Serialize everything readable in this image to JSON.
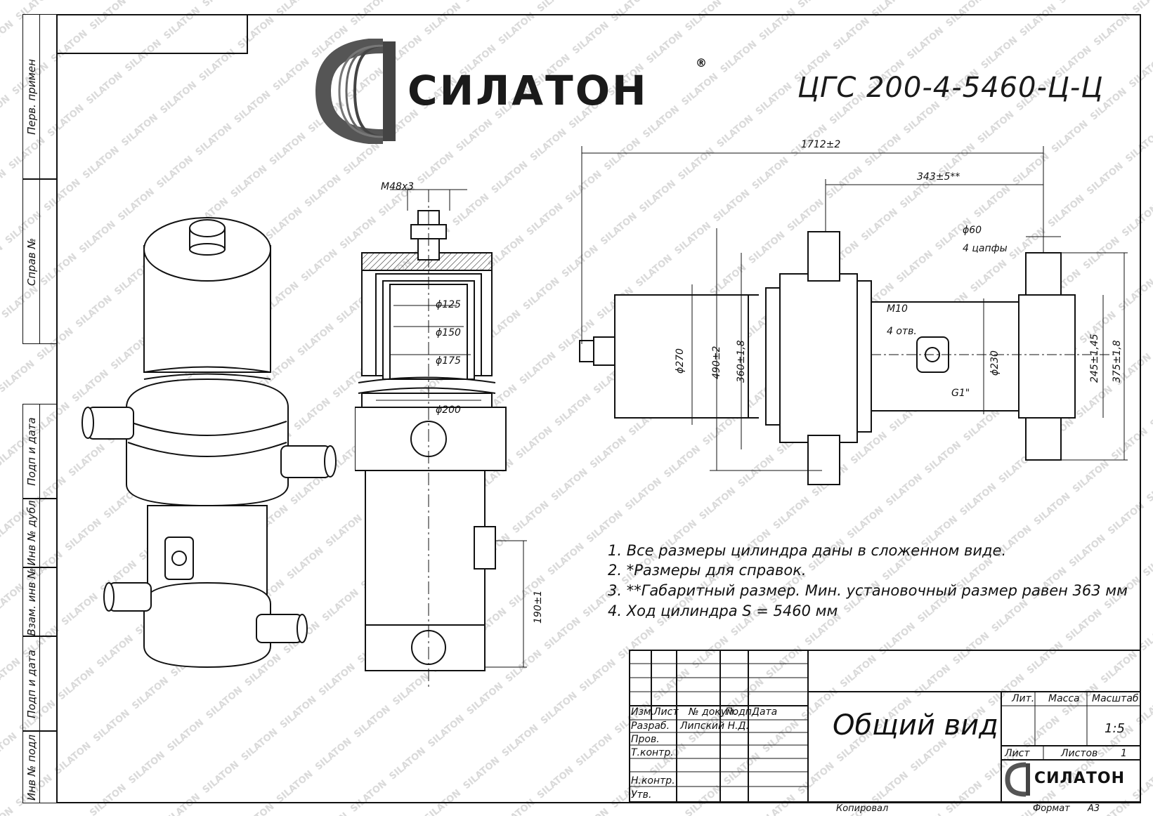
{
  "side_labels": [
    "Перв. примен",
    "Справ №",
    "Подп и дата",
    "Инв № дубл",
    "Взам. инв №",
    "Подп и дата",
    "Инв № подл"
  ],
  "brand": {
    "name": "СИЛАТОН",
    "registered": "®",
    "watermark": "SILATON"
  },
  "document_number": "ЦГС 200-4-5460-Ц-Ц",
  "dimensions": {
    "overall_length": "1712±2",
    "trunnion_offset": "343±5**",
    "trunnion_diameter": "ϕ60",
    "trunnion_count": "4 цапфы",
    "thread_port": "M48x3",
    "d125": "ϕ125",
    "d150": "ϕ150",
    "d175": "ϕ175",
    "d200": "ϕ200",
    "d270": "ϕ270",
    "h490": "490±2",
    "h360": "360±1,8",
    "m10": "M10",
    "holes": "4 отв.",
    "g1": "G1\"",
    "d230": "ϕ230",
    "h245": "245±1,45",
    "h375": "375±1,8",
    "h190": "190±1"
  },
  "notes": [
    "1. Все размеры цилиндра даны в сложенном виде.",
    "2.  *Размеры для справок.",
    "3.  **Габаритный размер. Мин. установочный размер равен 363 мм",
    "4. Ход цилиндра S = 5460 мм"
  ],
  "title_block": {
    "headers": [
      "Изм.",
      "Лист",
      "№ докум.",
      "Подп.",
      "Дата"
    ],
    "roles": [
      "Разраб.",
      "Пров.",
      "Т.контр.",
      "Н.контр.",
      "Утв."
    ],
    "developer": "Липский Н.Д.",
    "title": "Общий вид",
    "lit_label": "Лит.",
    "mass_label": "Масса",
    "scale_label": "Масштаб",
    "scale": "1:5",
    "sheet_label": "Лист",
    "sheets_label": "Листов",
    "sheets": "1",
    "copied": "Копировал",
    "format_label": "Формат",
    "format": "А3"
  }
}
